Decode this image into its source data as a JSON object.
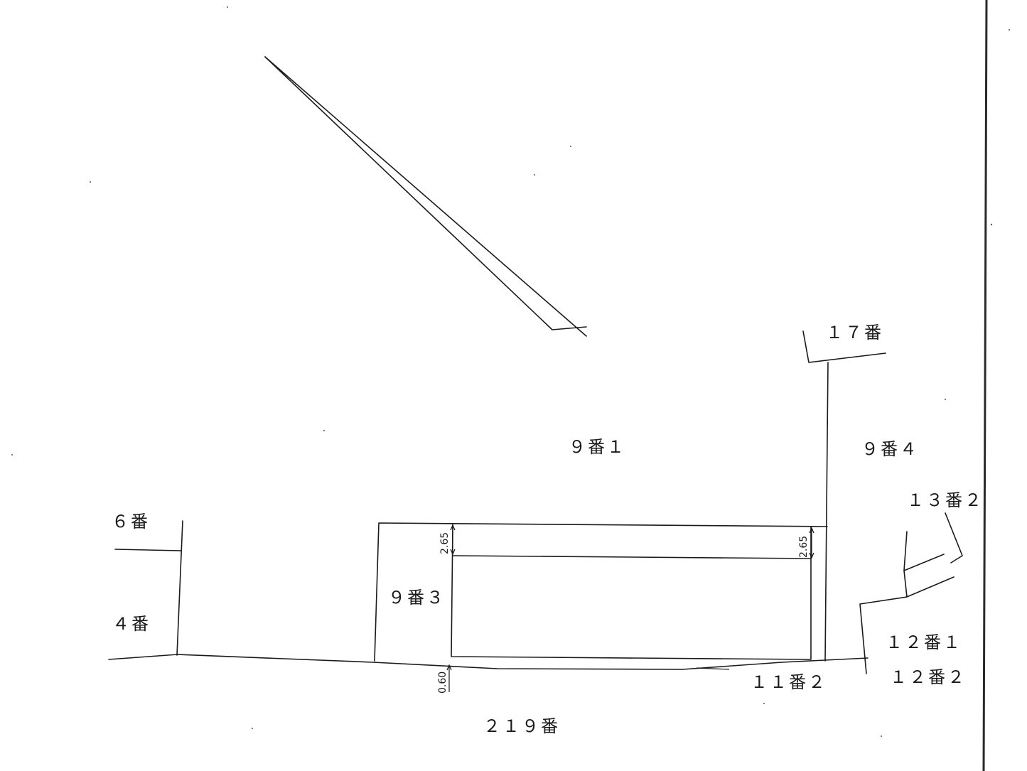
{
  "labels": {
    "lot_9_1": "９番１",
    "lot_9_3": "９番３",
    "lot_9_4": "９番４",
    "lot_17": "１７番",
    "lot_13_2": "１３番２",
    "lot_12_1": "１２番１",
    "lot_12_2": "１２番２",
    "lot_11_2": "１１番２",
    "lot_6": "６番",
    "lot_4": "４番",
    "lot_219": "２１９番"
  },
  "dimensions": {
    "left_offset": "2.65",
    "right_offset": "2.65",
    "road_offset": "0.60"
  }
}
